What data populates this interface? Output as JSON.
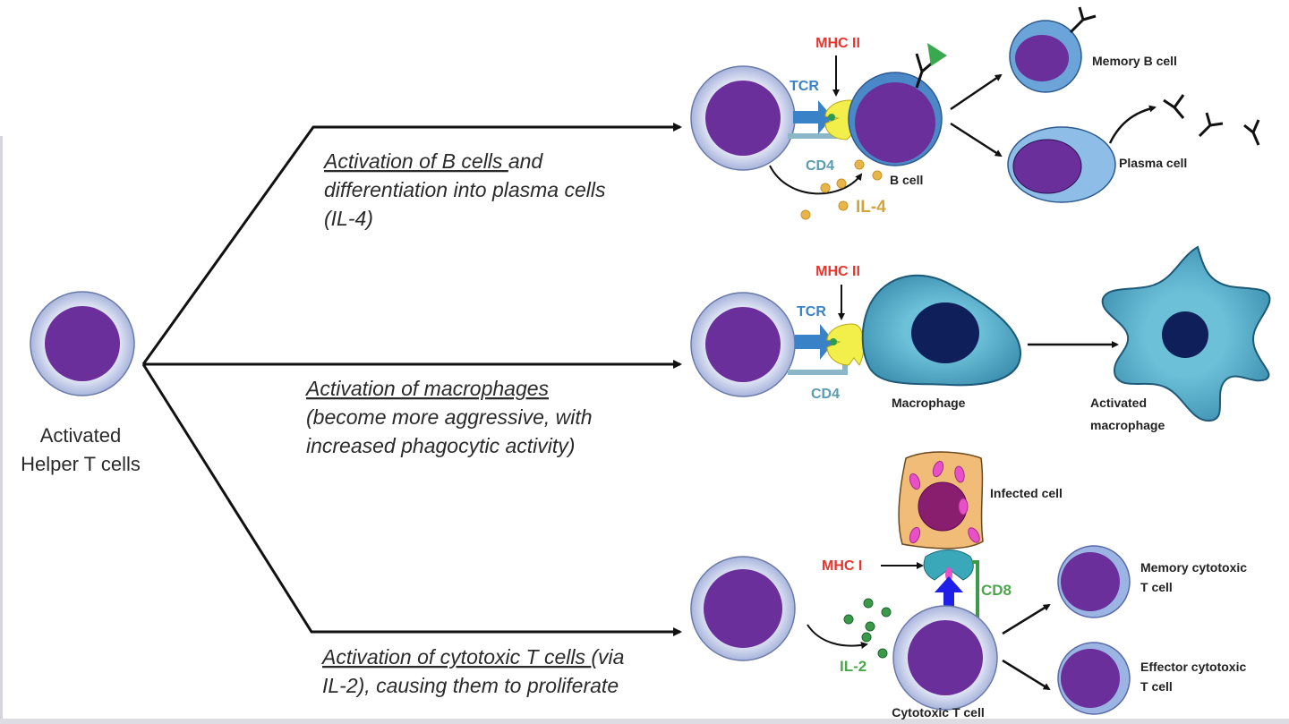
{
  "source": {
    "label_line1": "Activated",
    "label_line2": "Helper T cells"
  },
  "pathways": [
    {
      "id": "b-cell",
      "desc_underlined": "Activation of B cells ",
      "desc_rest_line1": "and",
      "desc_line2": "differentiation into plasma cells",
      "desc_line3": "(IL-4)",
      "labels": {
        "mhc": "MHC II",
        "tcr": "TCR",
        "cd4": "CD4",
        "target": "B cell",
        "cytokine": "IL-4",
        "outcome1": "Memory B cell",
        "outcome2": "Plasma cell"
      }
    },
    {
      "id": "macrophage",
      "desc_underlined": "Activation of macrophages",
      "desc_line2": "(become more aggressive, with",
      "desc_line3": "increased phagocytic activity)",
      "labels": {
        "mhc": "MHC II",
        "tcr": "TCR",
        "cd4": "CD4",
        "target": "Macrophage",
        "outcome_line1": "Activated",
        "outcome_line2": "macrophage"
      }
    },
    {
      "id": "cytotoxic",
      "desc_underlined": "Activation of cytotoxic T cells ",
      "desc_rest_line1": "(via",
      "desc_line2": "IL-2), causing them to proliferate",
      "labels": {
        "infected": "Infected cell",
        "mhc": "MHC I",
        "cd8": "CD8",
        "cytokine": "IL-2",
        "target": "Cytotoxic T cell",
        "outcome1_line1": "Memory cytotoxic",
        "outcome1_line2": "T cell",
        "outcome2_line1": "Effector cytotoxic",
        "outcome2_line2": "T cell"
      }
    }
  ],
  "colors": {
    "nucleus_purple": "#6a2f9a",
    "t_cell_membrane": "#c4cce8",
    "b_cell_membrane": "#4a88c8",
    "macrophage": "#3a9ab8",
    "macrophage_nucleus": "#0e1f5a",
    "mhc_red": "#e8342c",
    "tcr_blue": "#3a82c8",
    "cd4_teal": "#5a9cb0",
    "il4_gold": "#d4a43c",
    "il2_green": "#4aa84a",
    "mhc_yellow": "#f2ee4a",
    "infected_orange": "#f0bc78"
  }
}
